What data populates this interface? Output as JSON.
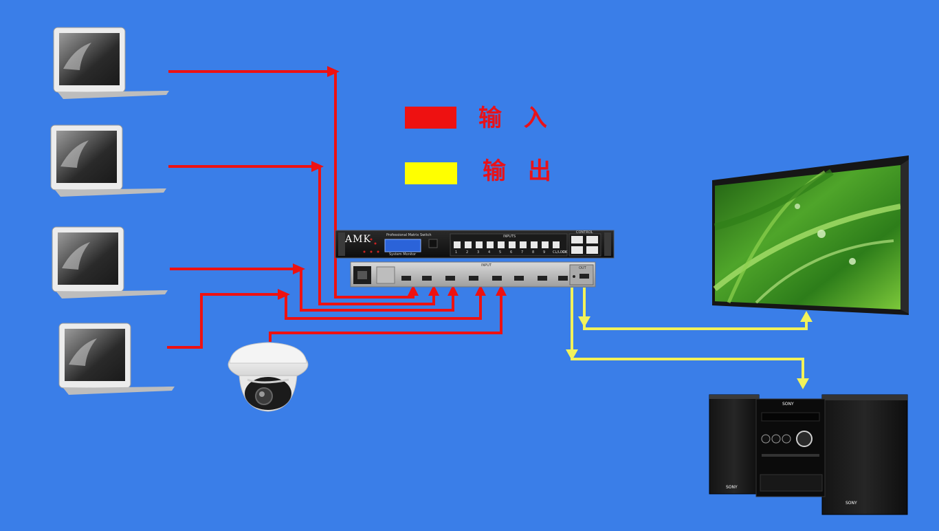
{
  "legend": {
    "input": {
      "label": "输 入",
      "color": "#ee1111"
    },
    "output": {
      "label": "输 出",
      "color": "#ffff00"
    }
  },
  "matrix_switch": {
    "brand": "AMK",
    "front_caption": "Professional Matrix Switch",
    "display_caption": "System Monitor",
    "inputs_caption": "INPUTS",
    "control_caption": "CONTROL",
    "button_numbers": [
      "1",
      "2",
      "3",
      "4",
      "5",
      "6",
      "7",
      "8",
      "9",
      "CL/LOCK",
      "OK"
    ],
    "rear_input_caption": "INPUT",
    "rear_output_caption": "OUT"
  },
  "stereo": {
    "brand": "SONY"
  },
  "colors": {
    "background": "#3a7ee8",
    "input_line": "#ee1111",
    "output_line": "#f2f25a"
  },
  "icons": [
    "laptop-icon",
    "dome-camera-icon",
    "matrix-switch-icon",
    "display-icon",
    "stereo-icon"
  ]
}
